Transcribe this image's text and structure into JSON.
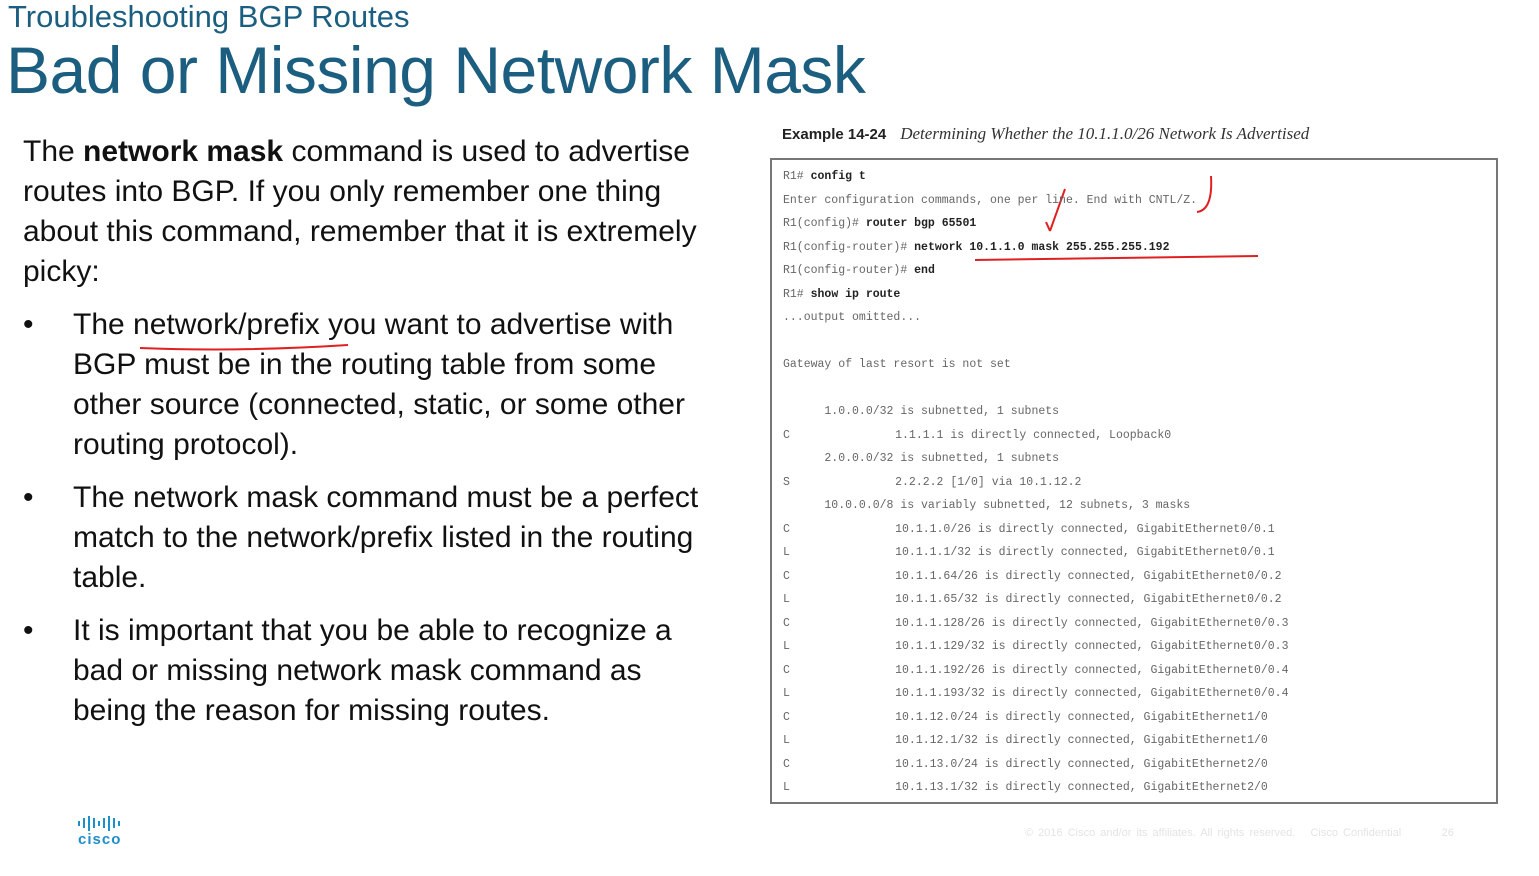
{
  "header": {
    "subtitle": "Troubleshooting BGP Routes",
    "title": "Bad or Missing Network Mask"
  },
  "body": {
    "intro_pre": "The ",
    "intro_bold": "network mask",
    "intro_post": " command is used to advertise routes into BGP. If you only remember one thing about this command, remember that it is extremely picky:",
    "bullets": [
      "The network/prefix you want to advertise with BGP must be in the routing table from some other source (connected, static, or some other routing protocol).",
      "The network mask command must be a perfect match to the network/prefix listed in the routing table.",
      "It is important that you be able to recognize a bad or missing network mask command as being the reason for missing routes."
    ],
    "bullet_char": "•"
  },
  "example": {
    "label": "Example 14-24",
    "caption": "Determining Whether the 10.1.1.0/26 Network Is Advertised",
    "lines": [
      {
        "code": "",
        "prompt": "R1#",
        "cmd": " config t"
      },
      {
        "code": "",
        "prompt": "Enter configuration commands, one per line. End with CNTL/Z.",
        "cmd": ""
      },
      {
        "code": "",
        "prompt": "R1(config)#",
        "cmd": " router bgp 65501"
      },
      {
        "code": "",
        "prompt": "R1(config-router)#",
        "cmd": " network 10.1.1.0 mask 255.255.255.192"
      },
      {
        "code": "",
        "prompt": "R1(config-router)#",
        "cmd": " end"
      },
      {
        "code": "",
        "prompt": "R1#",
        "cmd": " show ip route"
      },
      {
        "code": "",
        "prompt": "...output omitted...",
        "cmd": ""
      },
      {
        "code": "",
        "prompt": "",
        "cmd": ""
      },
      {
        "code": "",
        "prompt": "Gateway of last resort is not set",
        "cmd": ""
      },
      {
        "code": "",
        "prompt": "",
        "cmd": ""
      },
      {
        "code": "",
        "prompt": "      1.0.0.0/32 is subnetted, 1 subnets",
        "cmd": ""
      },
      {
        "code": "C",
        "prompt": "         1.1.1.1 is directly connected, Loopback0",
        "cmd": ""
      },
      {
        "code": "",
        "prompt": "      2.0.0.0/32 is subnetted, 1 subnets",
        "cmd": ""
      },
      {
        "code": "S",
        "prompt": "         2.2.2.2 [1/0] via 10.1.12.2",
        "cmd": ""
      },
      {
        "code": "",
        "prompt": "      10.0.0.0/8 is variably subnetted, 12 subnets, 3 masks",
        "cmd": ""
      },
      {
        "code": "C",
        "prompt": "         10.1.1.0/26 is directly connected, GigabitEthernet0/0.1",
        "cmd": ""
      },
      {
        "code": "L",
        "prompt": "         10.1.1.1/32 is directly connected, GigabitEthernet0/0.1",
        "cmd": ""
      },
      {
        "code": "C",
        "prompt": "         10.1.1.64/26 is directly connected, GigabitEthernet0/0.2",
        "cmd": ""
      },
      {
        "code": "L",
        "prompt": "         10.1.1.65/32 is directly connected, GigabitEthernet0/0.2",
        "cmd": ""
      },
      {
        "code": "C",
        "prompt": "         10.1.1.128/26 is directly connected, GigabitEthernet0/0.3",
        "cmd": ""
      },
      {
        "code": "L",
        "prompt": "         10.1.1.129/32 is directly connected, GigabitEthernet0/0.3",
        "cmd": ""
      },
      {
        "code": "C",
        "prompt": "         10.1.1.192/26 is directly connected, GigabitEthernet0/0.4",
        "cmd": ""
      },
      {
        "code": "L",
        "prompt": "         10.1.1.193/32 is directly connected, GigabitEthernet0/0.4",
        "cmd": ""
      },
      {
        "code": "C",
        "prompt": "         10.1.12.0/24 is directly connected, GigabitEthernet1/0",
        "cmd": ""
      },
      {
        "code": "L",
        "prompt": "         10.1.12.1/32 is directly connected, GigabitEthernet1/0",
        "cmd": ""
      },
      {
        "code": "C",
        "prompt": "         10.1.13.0/24 is directly connected, GigabitEthernet2/0",
        "cmd": ""
      },
      {
        "code": "L",
        "prompt": "         10.1.13.1/32 is directly connected, GigabitEthernet2/0",
        "cmd": ""
      }
    ]
  },
  "logo": {
    "text": "cisco"
  },
  "footer": {
    "copyright": "© 2016 Cisco and/or its affiliates. All rights reserved.",
    "confidential": "Cisco Confidential",
    "page": "26"
  },
  "colors": {
    "title": "#1b5e80",
    "annotation": "#e02020",
    "logo": "#1f8fc9"
  }
}
